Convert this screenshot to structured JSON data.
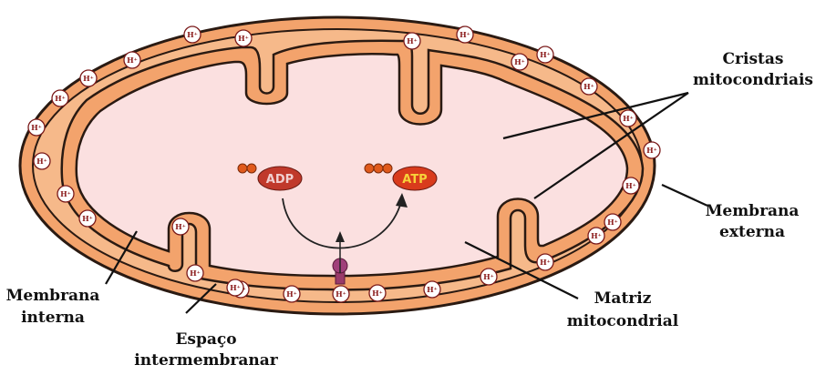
{
  "labels": {
    "cristas": "Cristas",
    "cristas2": "mitocondriais",
    "membrana_externa": "Membrana",
    "membrana_externa2": "externa",
    "membrana_interna": "Membrana",
    "membrana_interna2": "interna",
    "espaco": "Espaço",
    "espaco2": "intermembranar",
    "matriz": "Matriz",
    "matriz2": "mitocondrial"
  },
  "molecules": {
    "adp": "ADP",
    "atp": "ATP"
  },
  "ion_label": "H⁺",
  "colors": {
    "outer_membrane": "#f3a36c",
    "intermembrane": "#f6b98a",
    "matrix": "#fbe0e0",
    "outline": "#2a1a12",
    "adp": "#c0392b",
    "atp": "#d93b1c",
    "atp_text": "#f7d23a",
    "phosphate": "#e05a1c"
  }
}
